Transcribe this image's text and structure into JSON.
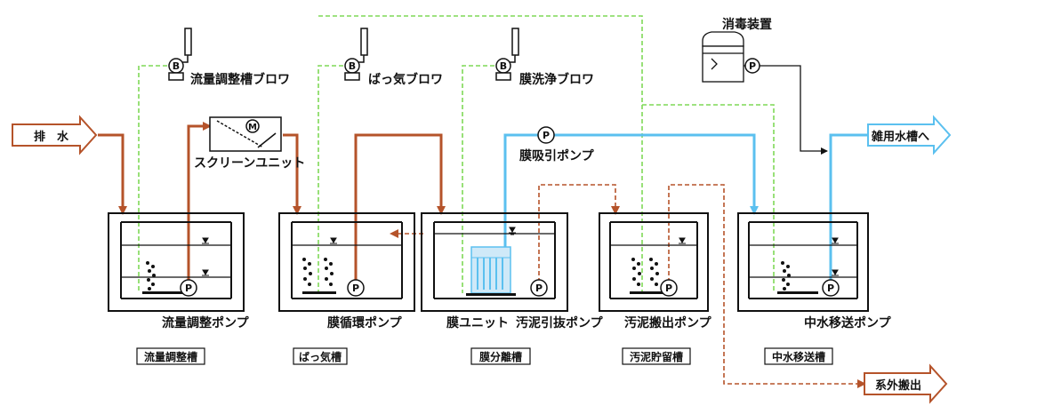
{
  "labels": {
    "inflow": "排　水",
    "screen_unit": "スクリーンユニット",
    "blower_flow": "流量調整槽ブロワ",
    "blower_aeration": "ばっ気ブロワ",
    "blower_membrane": "膜洗浄ブロワ",
    "disinfection": "消毒装置",
    "suction_pump": "膜吸引ポンプ",
    "to_reuse_tank": "雑用水槽へ",
    "offsite": "系外搬出",
    "pump_flow": "流量調整ポンプ",
    "pump_circulation": "膜循環ポンプ",
    "membrane_unit": "膜ユニット",
    "pump_sludge_extract": "汚泥引抜ポンプ",
    "pump_sludge_out": "汚泥搬出ポンプ",
    "pump_reclaimed": "中水移送ポンプ",
    "pump_symbol": "P",
    "blower_symbol": "B",
    "motor_symbol": "M"
  },
  "tanks": [
    {
      "name": "流量調整槽"
    },
    {
      "name": "ばっ気槽"
    },
    {
      "name": "膜分離槽"
    },
    {
      "name": "汚泥貯留槽"
    },
    {
      "name": "中水移送槽"
    }
  ],
  "colors": {
    "sludge": "#b5532a",
    "air": "#7ed957",
    "water": "#5bc0ef",
    "black": "#111111"
  }
}
